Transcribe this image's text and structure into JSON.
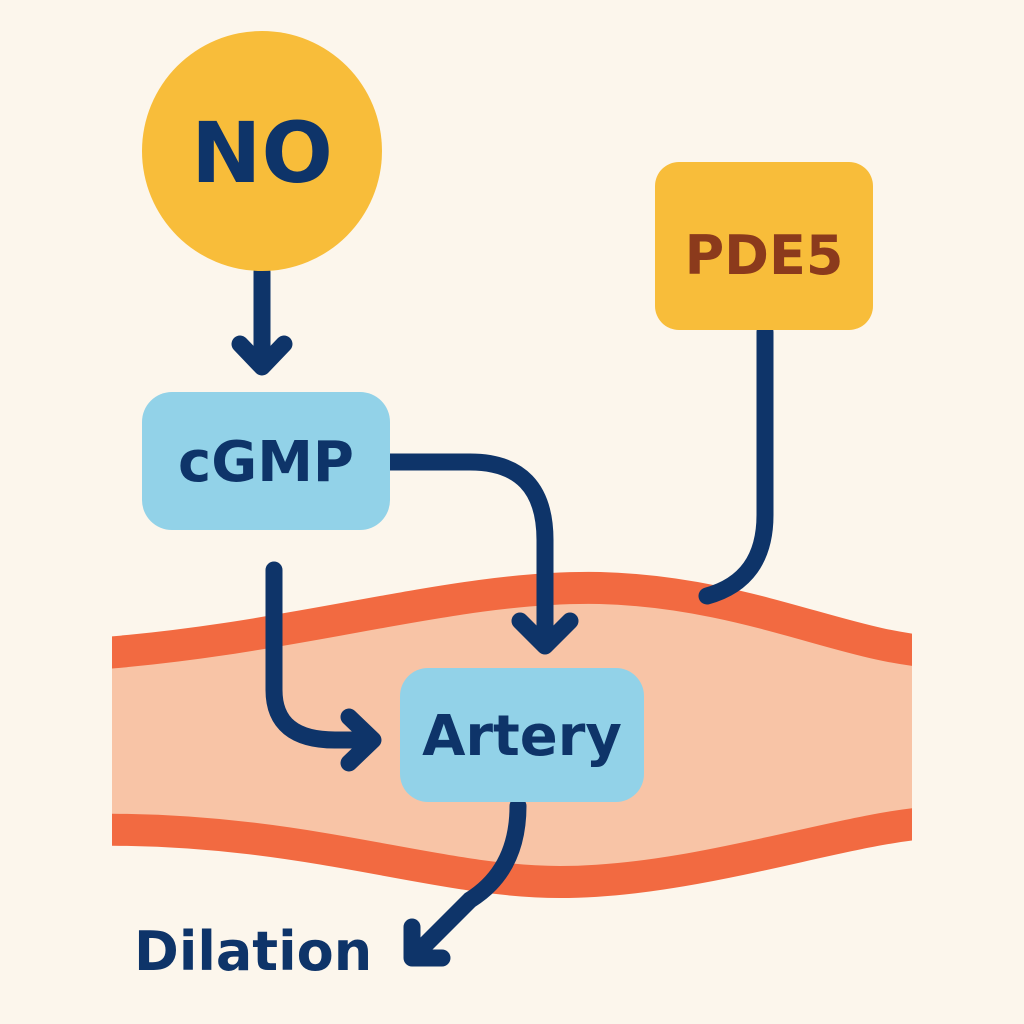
{
  "nodes": {
    "no": {
      "label": "NO"
    },
    "pde5": {
      "label": "PDE5"
    },
    "cgmp": {
      "label": "cGMP"
    },
    "artery": {
      "label": "Artery"
    }
  },
  "outcome": {
    "label": "Dilation"
  },
  "colors": {
    "background": "#fcf6ec",
    "yellow_node": "#f8bd3a",
    "blue_node": "#92d2e8",
    "navy": "#0e3469",
    "pde5_text": "#8b3a1c",
    "vessel_wall": "#f26a41",
    "vessel_lumen": "#f8c4a6"
  }
}
